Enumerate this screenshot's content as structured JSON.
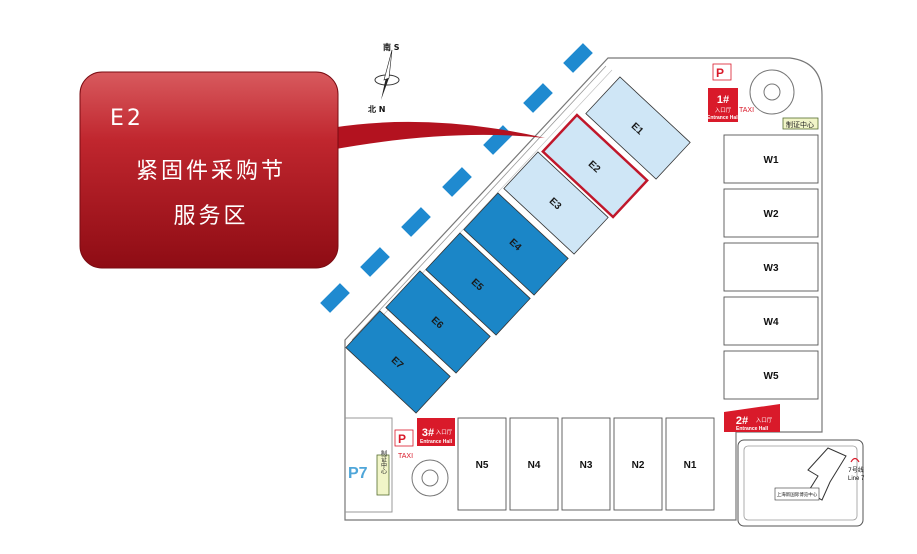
{
  "callout": {
    "code": "E2",
    "line1": "紧固件采购节",
    "line2": "服务区"
  },
  "compass": {
    "south": "南 S",
    "north": "北 N"
  },
  "halls_e": [
    {
      "id": "E1",
      "label": "E1",
      "highlight": false,
      "shade": "light"
    },
    {
      "id": "E2",
      "label": "E2",
      "highlight": true,
      "shade": "light"
    },
    {
      "id": "E3",
      "label": "E3",
      "highlight": false,
      "shade": "light"
    },
    {
      "id": "E4",
      "label": "E4",
      "highlight": false,
      "shade": "dark"
    },
    {
      "id": "E5",
      "label": "E5",
      "highlight": false,
      "shade": "dark"
    },
    {
      "id": "E6",
      "label": "E6",
      "highlight": false,
      "shade": "dark"
    },
    {
      "id": "E7",
      "label": "E7",
      "highlight": false,
      "shade": "dark"
    }
  ],
  "halls_w": [
    "W1",
    "W2",
    "W3",
    "W4",
    "W5"
  ],
  "halls_n": [
    "N5",
    "N4",
    "N3",
    "N2",
    "N1"
  ],
  "entrances": [
    {
      "num": "1#",
      "cn": "入口厅",
      "en": "Entrance Hall"
    },
    {
      "num": "2#",
      "cn": "入口厅",
      "en": "Entrance Hall"
    },
    {
      "num": "3#",
      "cn": "入口厅",
      "en": "Entrance Hall"
    }
  ],
  "labels": {
    "taxi": "TAXI",
    "control_center": "制证中心",
    "control_center_vertical": "制证中心",
    "p7": "P7",
    "parking": "P",
    "metro": "7号线\nLine 7",
    "metro_cn": "7号线",
    "metro_en": "Line 7",
    "garage": "上海新国际博览中心"
  },
  "colors": {
    "callout_red": "#b3121f",
    "hall_dark": "#1b86c7",
    "hall_light": "#cfe6f6",
    "highlight_border": "#c0172b",
    "entrance_red": "#d91a2a",
    "sign_blue": "#1f8ad0"
  }
}
